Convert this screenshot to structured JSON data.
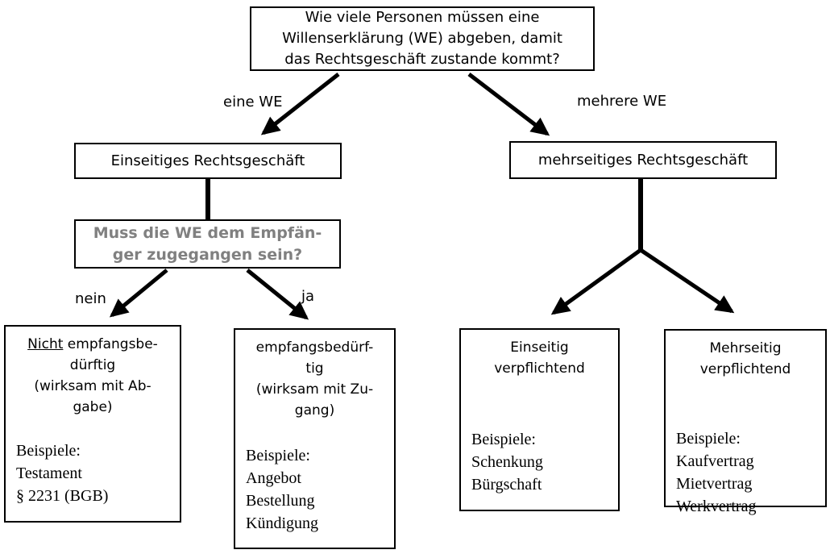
{
  "colors": {
    "background": "#ffffff",
    "border": "#000000",
    "arrow": "#000000",
    "text": "#000000",
    "muted_question_text": "#808080"
  },
  "root_question": {
    "lines": [
      "Wie viele Personen müssen eine",
      "Willenserklärung (WE) abgeben, damit",
      "das Rechtsgeschäft zustande kommt?"
    ]
  },
  "branch_labels": {
    "left": "eine WE",
    "right": "mehrere WE",
    "no": "nein",
    "yes": "ja"
  },
  "level2": {
    "left": "Einseitiges Rechtsgeschäft",
    "right": "mehrseitiges Rechtsgeschäft"
  },
  "sub_question": {
    "lines": [
      "Muss die WE dem Empfän-",
      "ger zugegangen sein?"
    ]
  },
  "leaves": {
    "not_receipt_required": {
      "title_underlined": "Nicht",
      "title_after": "empfangsbe-",
      "title_lines": [
        "dürftig",
        "(wirksam mit Ab-",
        "gabe)"
      ],
      "examples_label": "Beispiele:",
      "examples": [
        "Testament",
        "§ 2231 (BGB)"
      ]
    },
    "receipt_required": {
      "title_lines": [
        "empfangsbedürf-",
        "tig",
        "(wirksam mit Zu-",
        "gang)"
      ],
      "examples_label": "Beispiele:",
      "examples": [
        "Angebot",
        "Bestellung",
        "Kündigung"
      ]
    },
    "unilateral_obligation": {
      "title_lines": [
        "Einseitig",
        "verpflichtend"
      ],
      "examples_label": "Beispiele:",
      "examples": [
        "Schenkung",
        "Bürgschaft"
      ]
    },
    "multilateral_obligation": {
      "title_lines": [
        "Mehrseitig",
        "verpflichtend"
      ],
      "examples_label": "Beispiele:",
      "examples": [
        "Kaufvertrag",
        "Mietvertrag",
        "Werkvertrag"
      ]
    }
  }
}
